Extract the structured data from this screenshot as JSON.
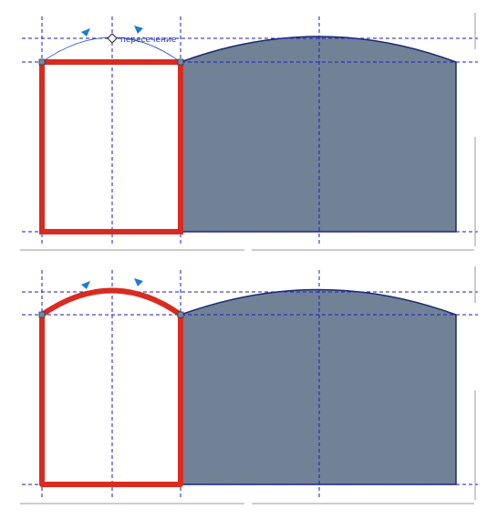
{
  "colors": {
    "fill": "#718297",
    "outline": "#1a2a6a",
    "guide": "#1a1acc",
    "highlight": "#d92b20",
    "handle": "#1d7ad4",
    "frame": "#9a9a9a"
  },
  "icons": {
    "vertex_marker": "diamond-marker-icon",
    "arc_direction": "arc-direction-arrow-icon"
  },
  "panels": [
    {
      "id": "top",
      "highlight": "rectangle",
      "label": "пересечение"
    },
    {
      "id": "bottom",
      "highlight": "arched-shape",
      "label": ""
    }
  ]
}
